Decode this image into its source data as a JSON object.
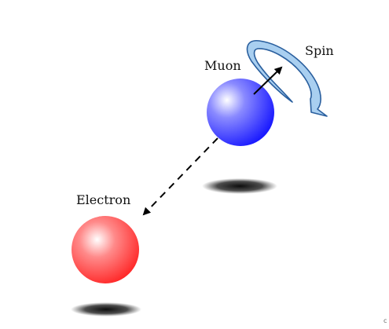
{
  "labels": {
    "muon": "Muon",
    "spin": "Spin",
    "electron": "Electron"
  },
  "corner_mark": "c",
  "colors": {
    "muon": "#1a1aff",
    "electron": "#ff2020",
    "spin_arrow": "#a9cff0",
    "spin_arrow_outline": "#2a5f9e",
    "shadow": "#111111"
  },
  "icons": {
    "spin_arrow": "curved-rotation-arrow",
    "decay_arrow": "dashed-arrow"
  }
}
